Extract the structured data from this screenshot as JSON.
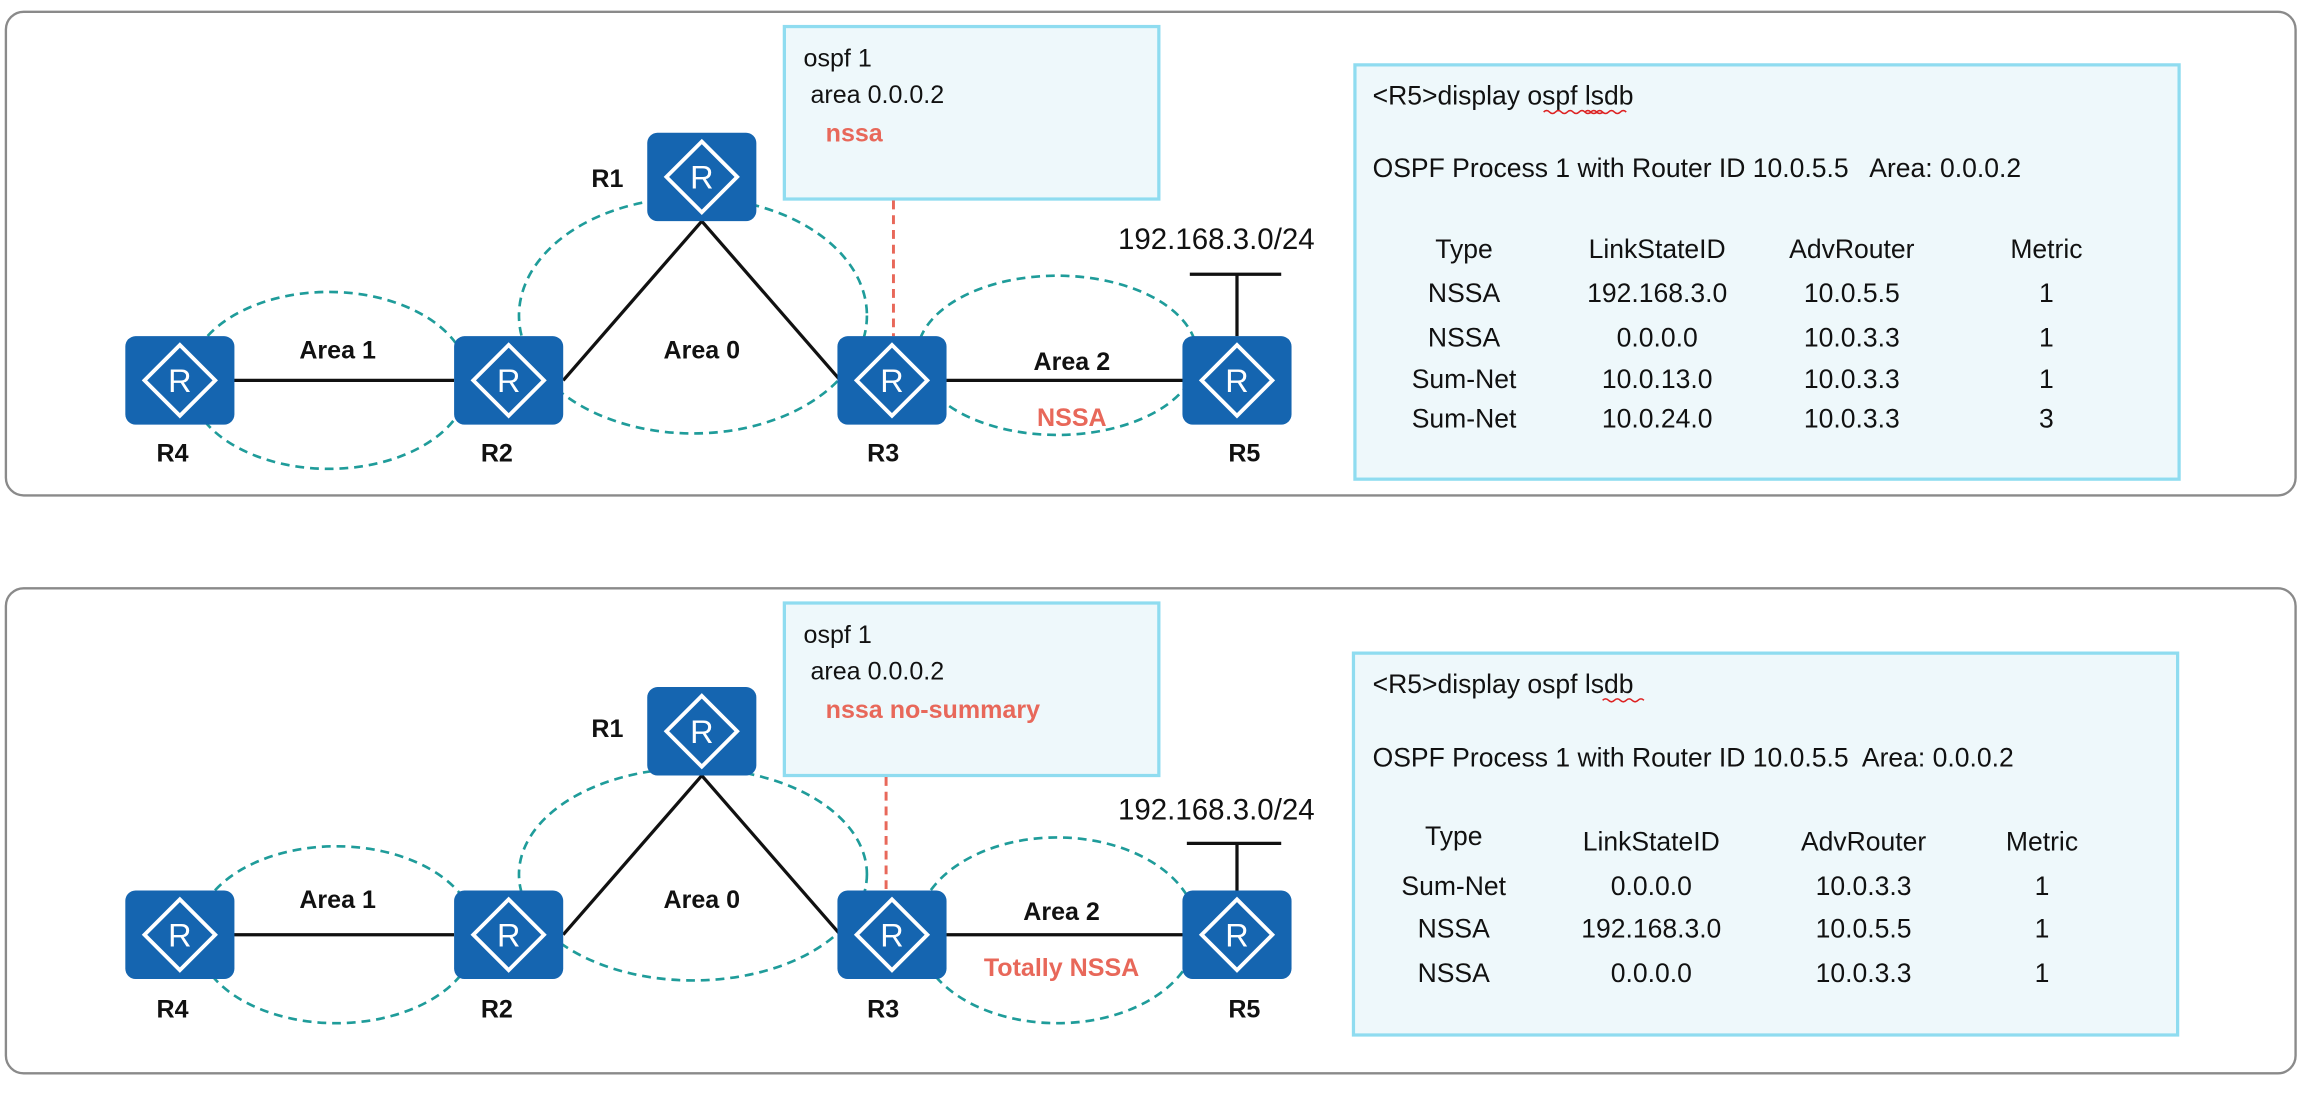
{
  "top": {
    "config": {
      "line1": "ospf 1",
      "line2": " area 0.0.0.2",
      "line3": "nssa"
    },
    "routers": {
      "r1": "R1",
      "r2": "R2",
      "r3": "R3",
      "r4": "R4",
      "r5": "R5"
    },
    "areas": {
      "a1": "Area 1",
      "a0": "Area 0",
      "a2": "Area 2",
      "a2_type": "NSSA"
    },
    "prefix": "192.168.3.0/24",
    "lsdb": {
      "command": "<R5>display  ospf lsdb",
      "process": "OSPF Process 1 with Router ID 10.0.5.5   Area: 0.0.0.2",
      "headers": [
        "Type",
        "LinkStateID",
        "AdvRouter",
        "Metric"
      ],
      "rows": [
        [
          "NSSA",
          "192.168.3.0",
          "10.0.5.5",
          "1"
        ],
        [
          "NSSA",
          "0.0.0.0",
          "10.0.3.3",
          "1"
        ],
        [
          "Sum-Net",
          "10.0.13.0",
          "10.0.3.3",
          "1"
        ],
        [
          "Sum-Net",
          "10.0.24.0",
          "10.0.3.3",
          "3"
        ]
      ]
    }
  },
  "bottom": {
    "config": {
      "line1": "ospf 1",
      "line2": " area 0.0.0.2",
      "line3": "nssa no-summary"
    },
    "routers": {
      "r1": "R1",
      "r2": "R2",
      "r3": "R3",
      "r4": "R4",
      "r5": "R5"
    },
    "areas": {
      "a1": "Area 1",
      "a0": "Area 0",
      "a2": "Area 2",
      "a2_type": "Totally NSSA"
    },
    "prefix": "192.168.3.0/24",
    "lsdb": {
      "command": "<R5>display ospf lsdb",
      "process": "OSPF Process 1 with Router ID 10.0.5.5  Area: 0.0.0.2",
      "headers": [
        "Type",
        "LinkStateID",
        "AdvRouter",
        "Metric"
      ],
      "rows": [
        [
          "Sum-Net",
          "0.0.0.0",
          "10.0.3.3",
          "1"
        ],
        [
          "NSSA",
          "192.168.3.0",
          "10.0.5.5",
          "1"
        ],
        [
          "NSSA",
          "0.0.0.0",
          "10.0.3.3",
          "1"
        ]
      ]
    }
  },
  "colors": {
    "router": "#1565b0",
    "area_outline": "#1f9c9a",
    "highlight": "#e8685a",
    "box_border": "#8fdcf0"
  },
  "icons": {
    "router": "router-icon"
  }
}
